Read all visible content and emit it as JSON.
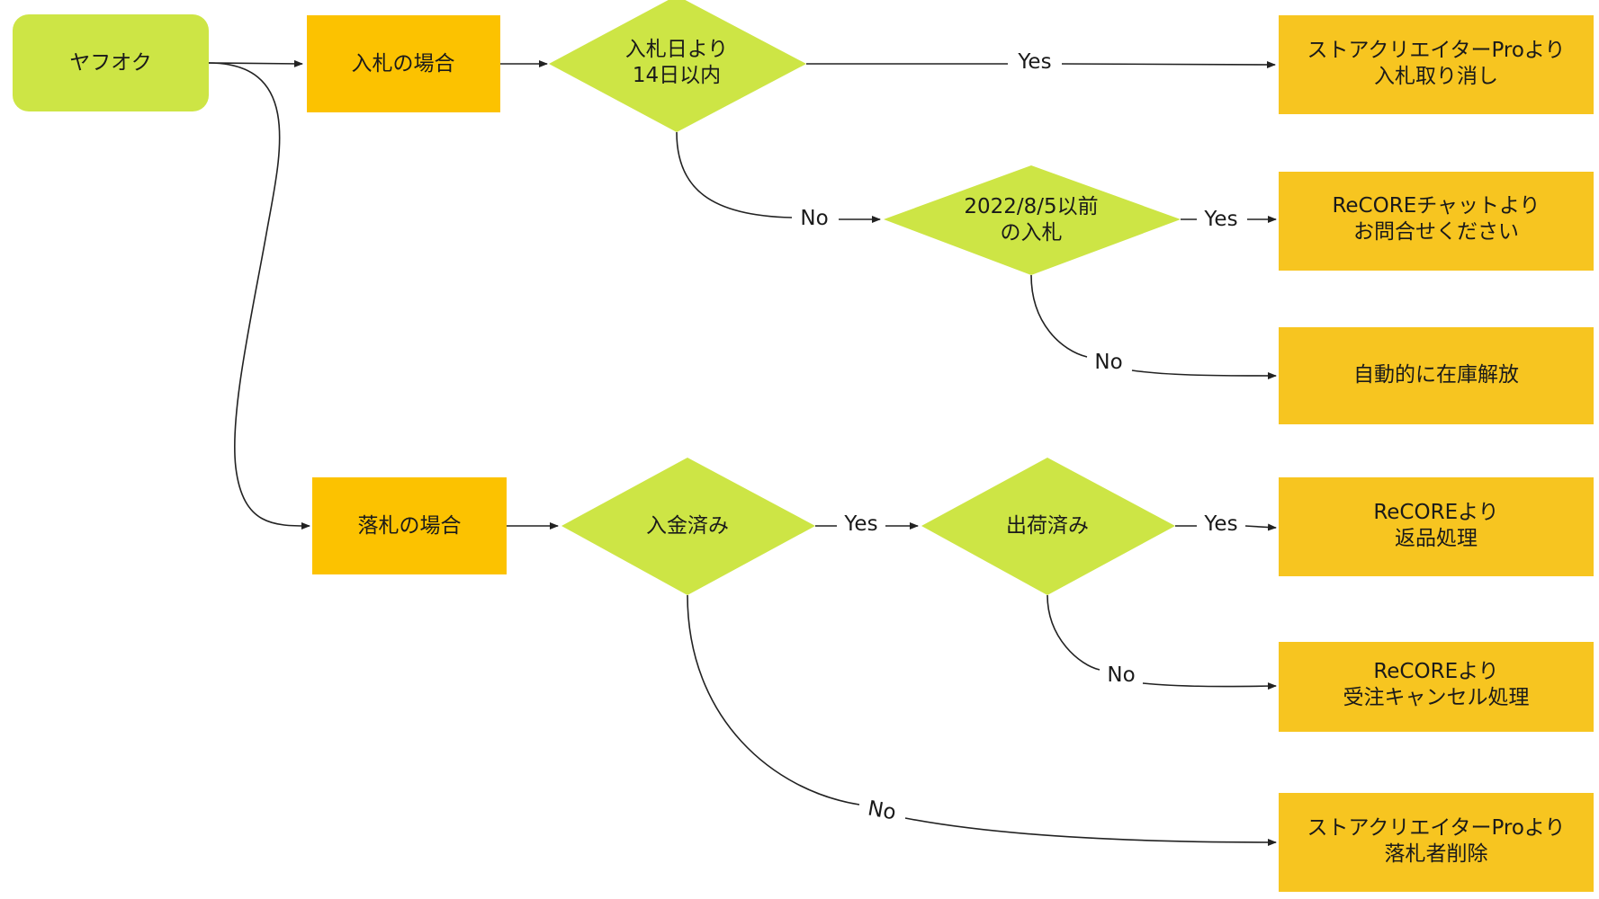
{
  "colors": {
    "start": "#cde545",
    "decision": "#cde545",
    "box": "#fcc200",
    "result": "#f7c520",
    "line": "#222222",
    "text": "#1a1a1a"
  },
  "nodes": {
    "start": "ヤフオク",
    "bid_case": "入札の場合",
    "won_case": "落札の場合",
    "within14": [
      "入札日より",
      "14日以内"
    ],
    "before_date": [
      "2022/8/5以前",
      "の入札"
    ],
    "paid": "入金済み",
    "shipped": "出荷済み",
    "cancel_bid": [
      "ストアクリエイターProより",
      "入札取り消し"
    ],
    "contact_chat": [
      "ReCOREチャットより",
      "お問合せください"
    ],
    "auto_release": "自動的に在庫解放",
    "return_proc": [
      "ReCOREより",
      "返品処理"
    ],
    "order_cancel": [
      "ReCOREより",
      "受注キャンセル処理"
    ],
    "delete_winner": [
      "ストアクリエイターProより",
      "落札者削除"
    ]
  },
  "edge_labels": {
    "within14_yes": "Yes",
    "within14_no": "No",
    "before_yes": "Yes",
    "before_no": "No",
    "paid_yes": "Yes",
    "paid_no": "No",
    "shipped_yes": "Yes",
    "shipped_no": "No"
  }
}
